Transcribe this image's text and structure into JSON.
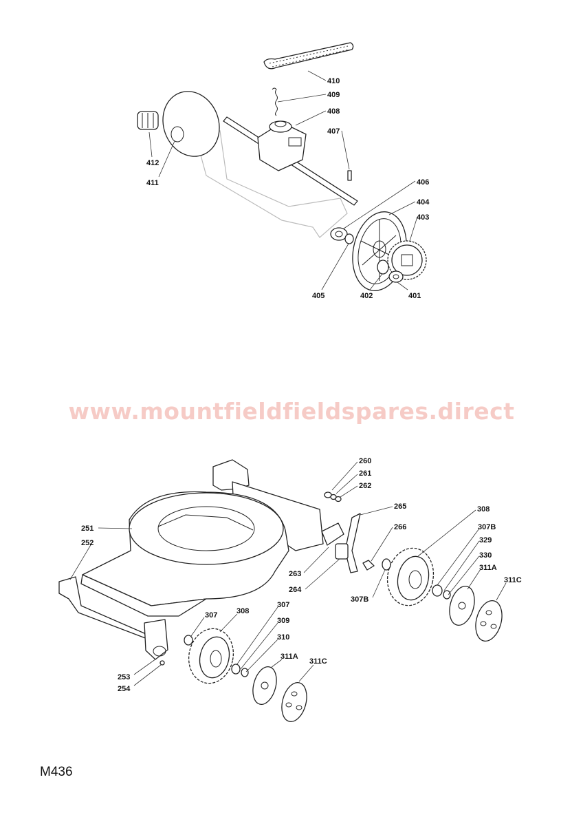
{
  "watermark": "www.mountfieldfieldspares.direct",
  "model_code": "M436",
  "labels": {
    "p410": "410",
    "p409": "409",
    "p408": "408",
    "p407": "407",
    "p412": "412",
    "p411": "411",
    "p406": "406",
    "p404": "404",
    "p403": "403",
    "p405": "405",
    "p402": "402",
    "p401": "401",
    "p260": "260",
    "p261": "261",
    "p262": "262",
    "p265": "265",
    "p266": "266",
    "p251": "251",
    "p252": "252",
    "p263": "263",
    "p264": "264",
    "p308r": "308",
    "p307Br": "307B",
    "p329": "329",
    "p330": "330",
    "p311Ar": "311A",
    "p311Cr": "311C",
    "p307Bl": "307B",
    "p307a": "307",
    "p308l": "308",
    "p307b": "307",
    "p309": "309",
    "p310": "310",
    "p311Al": "311A",
    "p311Cl": "311C",
    "p253": "253",
    "p254": "254"
  }
}
